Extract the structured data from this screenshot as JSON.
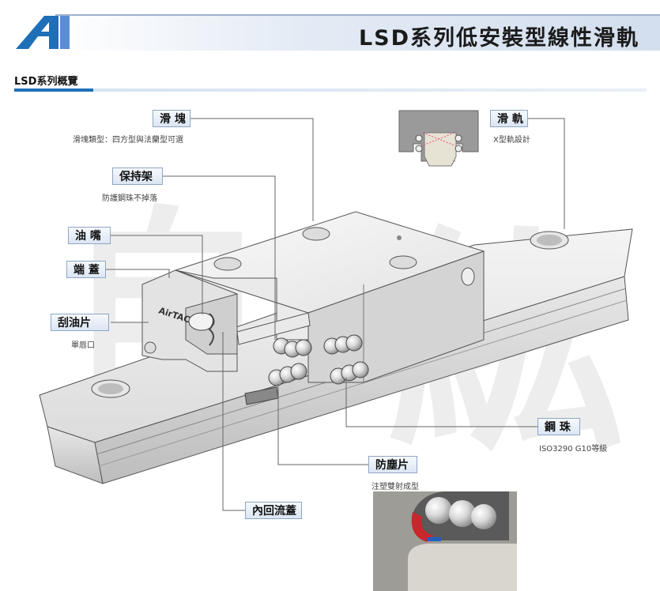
{
  "header": {
    "title": "LSD系列低安裝型線性滑軌",
    "logo_color": "#1e6fb8"
  },
  "section": {
    "title": "LSD系列概覽",
    "rule_color": "#1e6fb8"
  },
  "product": {
    "brand_mark": "AirTAC"
  },
  "watermark": {
    "text_left": "自",
    "text_right": "紘"
  },
  "callouts": {
    "block": {
      "label": "滑 塊",
      "desc": "滑塊類型：四方型與法蘭型可選"
    },
    "retainer": {
      "label": "保持架",
      "desc": "防護鋼珠不掉落"
    },
    "nozzle": {
      "label": "油 嘴"
    },
    "end_cap": {
      "label": "端 蓋"
    },
    "scraper": {
      "label": "刮油片",
      "desc": "單唇口"
    },
    "rail": {
      "label": "滑 軌",
      "desc": "X型軌設計"
    },
    "ball": {
      "label": "鋼 珠",
      "desc": "ISO3290 G10等級"
    },
    "dust_strip": {
      "label": "防塵片",
      "desc": "注塑雙射成型"
    },
    "inner_return": {
      "label": "內回流蓋"
    }
  }
}
